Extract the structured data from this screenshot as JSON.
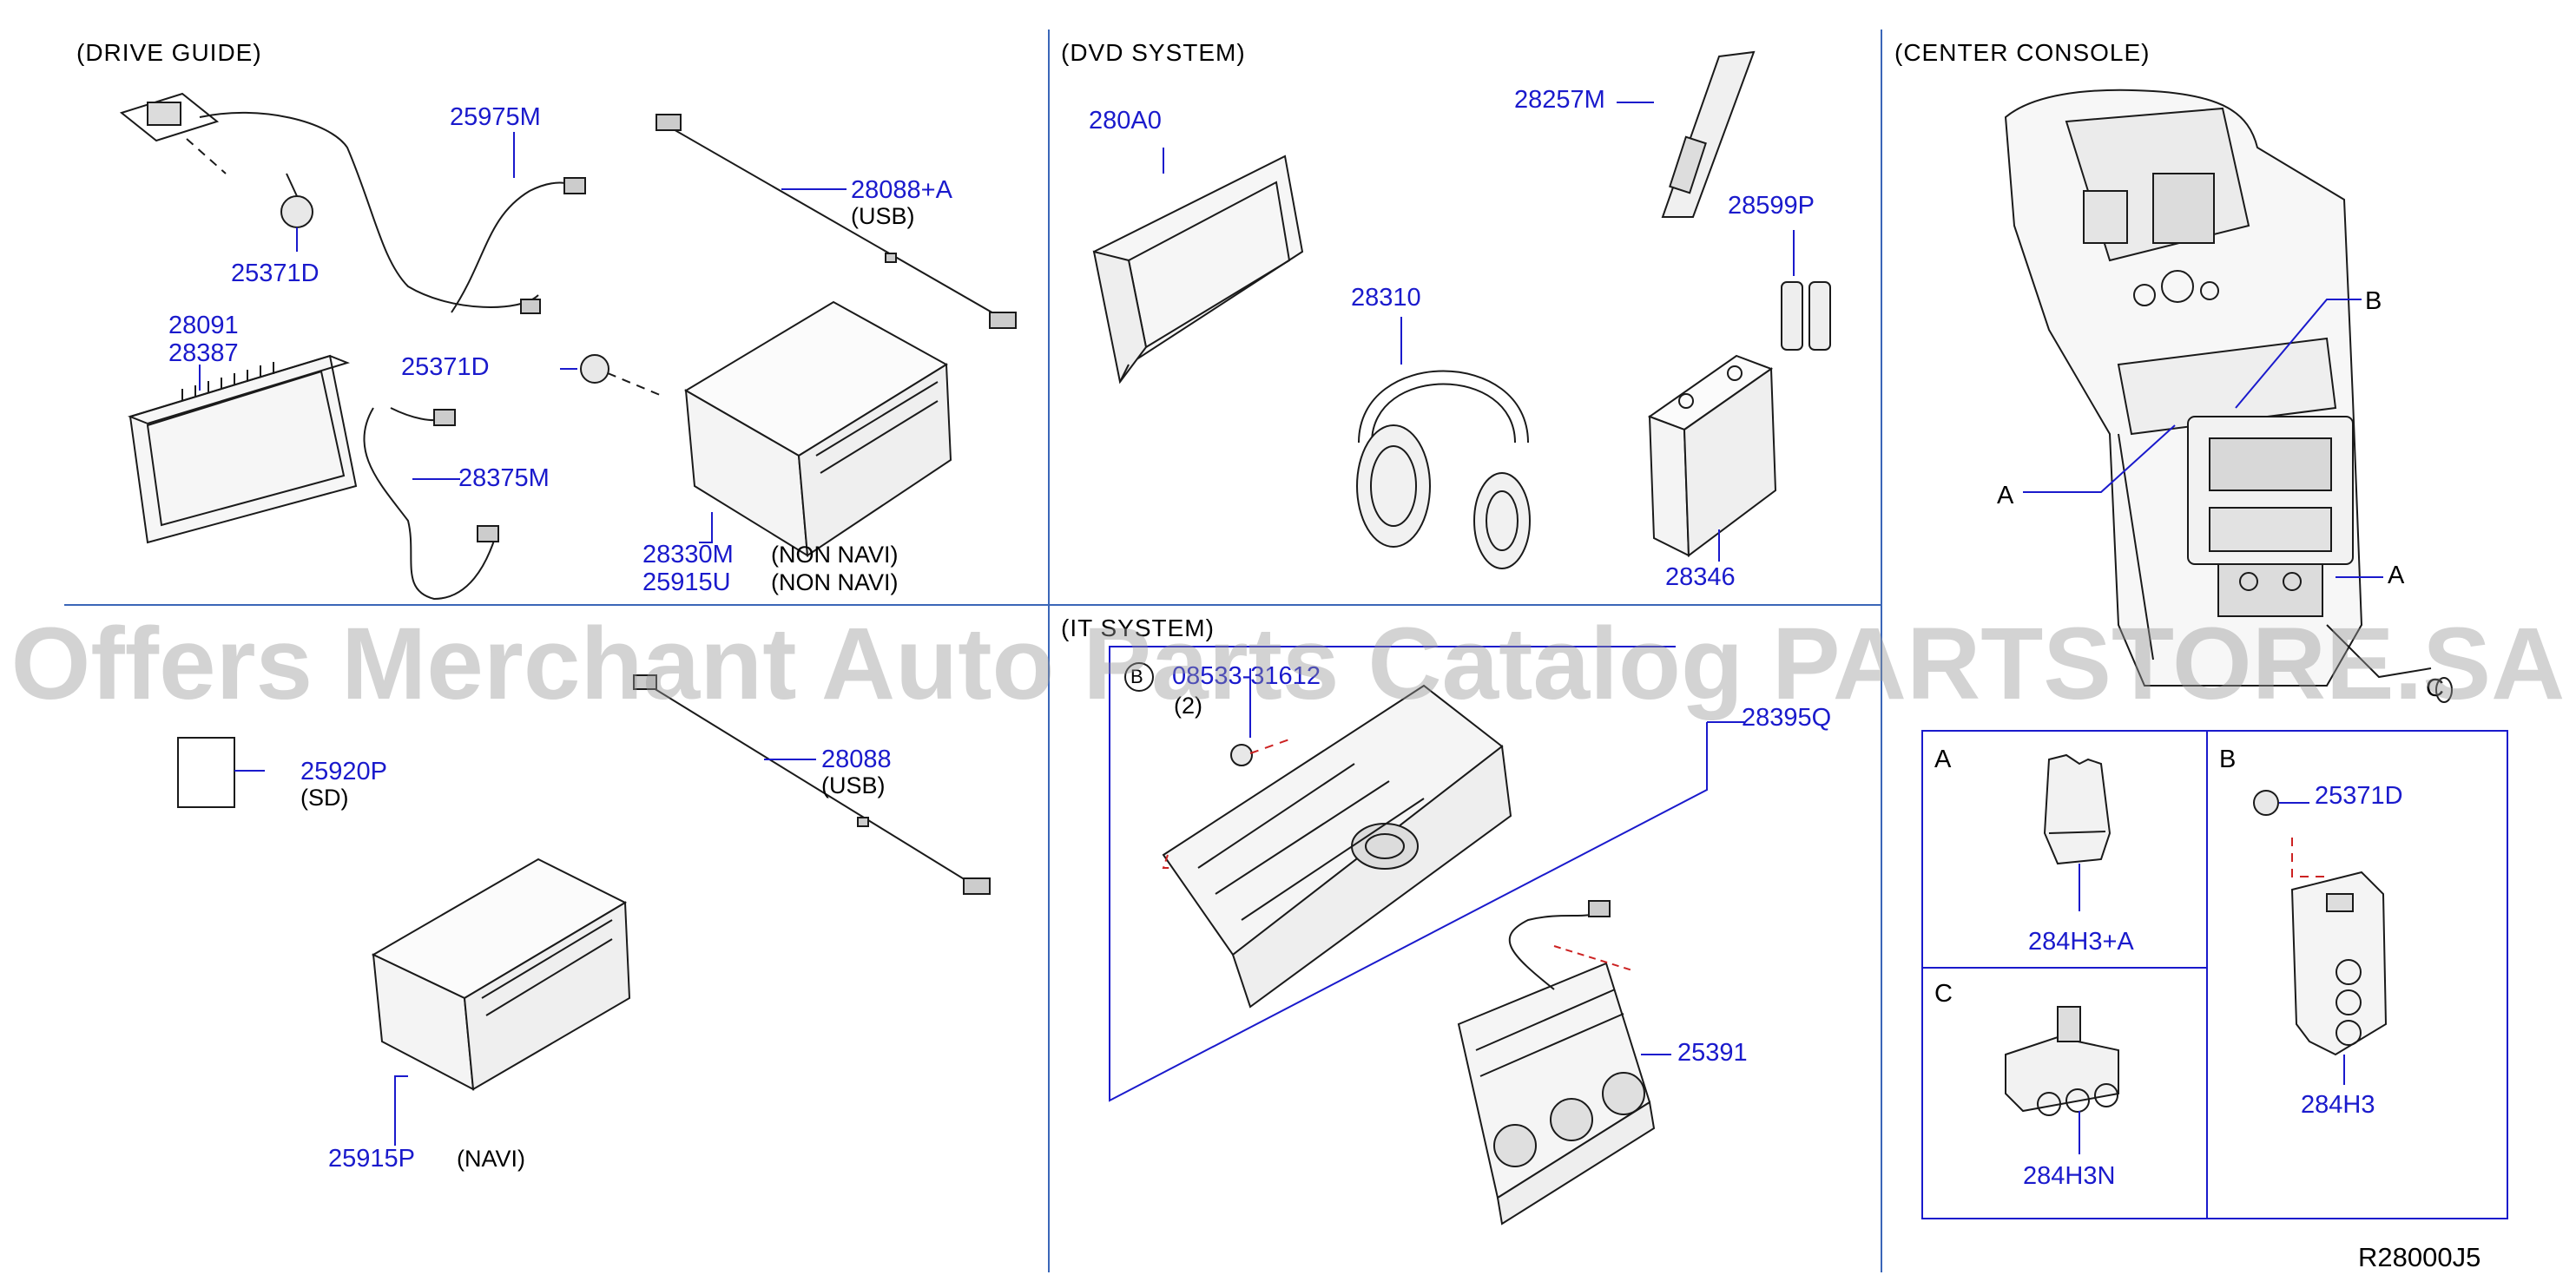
{
  "sections": {
    "drive_guide": "(DRIVE   GUIDE)",
    "dvd_system": "(DVD   SYSTEM)",
    "center_console": "(CENTER   CONSOLE)",
    "it_system": "(IT   SYSTEM)"
  },
  "drive_guide": {
    "p25975m": "25975M",
    "p28088a": "28088+A",
    "p28088a_note": "(USB)",
    "p25371d_a": "25371D",
    "p28091": "28091",
    "p28387": "28387",
    "p25371d_b": "25371D",
    "p28375m": "28375M",
    "p28330m": "28330M",
    "p28330m_note": "(NON   NAVI)",
    "p25915u": "25915U",
    "p25915u_note": "(NON   NAVI)"
  },
  "dvd_system": {
    "p280a0": "280A0",
    "p28257m": "28257M",
    "p28599p": "28599P",
    "p28310": "28310",
    "p28346": "28346"
  },
  "center_console": {
    "callout_b": "B",
    "callout_a1": "A",
    "callout_a2": "A",
    "callout_c": "C"
  },
  "navi": {
    "p25920p": "25920P",
    "p25920p_note": "(SD)",
    "p28088": "28088",
    "p28088_note": "(USB)",
    "p25915p": "25915P",
    "p25915p_note": "(NAVI)"
  },
  "it_system": {
    "bolt_num": "B",
    "bolt_part": "08533-31612",
    "bolt_qty": "(2)",
    "p28395q": "28395Q",
    "p25391": "25391"
  },
  "detail": {
    "a_title": "A",
    "a_part": "284H3+A",
    "b_title": "B",
    "b_part1": "25371D",
    "b_part2": "284H3",
    "c_title": "C",
    "c_part": "284H3N"
  },
  "diagram_code": "R28000J5",
  "watermark": "Offers Merchant Auto Parts Catalog PARTSTORE.SA",
  "colors": {
    "part_number": "#1a1acc",
    "lines": "#1a1acc",
    "drawing": "#1a1a1a",
    "watermark": "#969696"
  }
}
